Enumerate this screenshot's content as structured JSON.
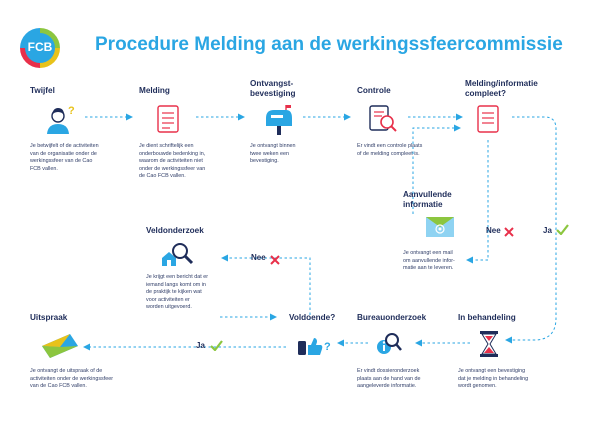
{
  "logo": {
    "text": "FCB"
  },
  "title": "Procedure Melding aan de werkingssfeercommissie",
  "steps": {
    "twijfel": {
      "title": "Twijfel",
      "desc": [
        "Je betwijfelt of de activiteiten",
        "van de organisatie onder de",
        "werkingssfeer van de Cao",
        "FCB vallen."
      ]
    },
    "melding": {
      "title": "Melding",
      "desc": [
        "Je dient schriftelijk een",
        "onderbouwde bedenking in,",
        "waarom de activiteiten niet",
        "onder de werkingssfeer van",
        "de Cao FCB vallen."
      ]
    },
    "ontvangst": {
      "title": [
        "Ontvangst-",
        "bevestiging"
      ],
      "desc": [
        "Je ontvangt binnen",
        "twee weken een",
        "bevestiging."
      ]
    },
    "controle": {
      "title": "Controle",
      "desc": [
        "Er vindt een controle plaats",
        "of de melding compleet is."
      ]
    },
    "compleet": {
      "title": [
        "Melding/informatie",
        "compleet?"
      ]
    },
    "aanvullend": {
      "title": [
        "Aanvullende",
        "informatie"
      ],
      "desc": [
        "Je ontvangt een mail",
        "om aanvullende infor-",
        "matie aan te leveren."
      ]
    },
    "veldonderzoek": {
      "title": "Veldonderzoek",
      "desc": [
        "Je krijgt een bericht dat er",
        "iemand langs komt om in",
        "de praktijk te kijken wat",
        "voor activiteiten er",
        "worden uitgevoerd."
      ]
    },
    "voldoende": {
      "title": "Voldoende?"
    },
    "bureau": {
      "title": "Bureauonderzoek",
      "desc": [
        "Er vindt dossieronderzoek",
        "plaats aan de hand van de",
        "aangeleverde informatie."
      ]
    },
    "behandeling": {
      "title": "In behandeling",
      "desc": [
        "Je ontvangt een bevestiging",
        "dat je melding in behandeling",
        "wordt genomen."
      ]
    },
    "uitspraak": {
      "title": "Uitspraak",
      "desc": [
        "Je ontvangt de uitspraak of de",
        "activiteiten onder de werkingssfeer",
        "van de Cao FCB vallen."
      ]
    }
  },
  "answers": {
    "nee_compleet": "Nee",
    "ja_compleet": "Ja",
    "nee_voldoende": "Nee",
    "ja_voldoende": "Ja"
  },
  "colors": {
    "accent_blue": "#2aa6e3",
    "navy": "#1f2d5a",
    "red": "#e8304a",
    "green": "#8cc63f",
    "gold": "#e8c21a",
    "light_blue": "#8fd3f2"
  }
}
